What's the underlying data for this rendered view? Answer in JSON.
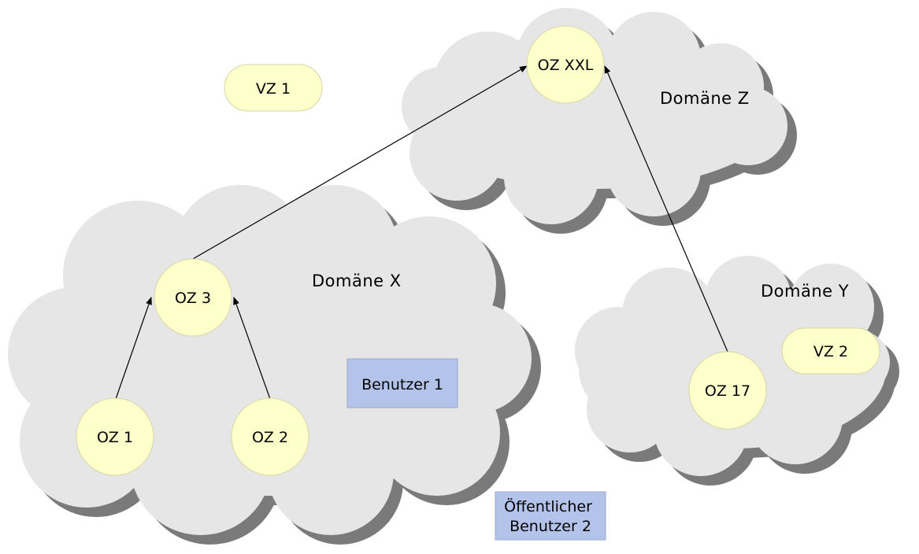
{
  "colors": {
    "cloud_fill": "#e6e6e6",
    "cloud_shadow": "#7a7a7a",
    "node_fill": "#ffffcc",
    "node_stroke": "#d0d0a0",
    "user_fill": "#b4c3ea",
    "user_stroke": "#9aa8cc",
    "arrow": "#000000"
  },
  "domains": {
    "x": "Domäne X",
    "y": "Domäne Y",
    "z": "Domäne Z"
  },
  "nodes": {
    "oz1": "OZ 1",
    "oz2": "OZ 2",
    "oz3": "OZ 3",
    "oz17": "OZ 17",
    "ozxxl": "OZ XXL",
    "vz1": "VZ 1",
    "vz2": "VZ 2"
  },
  "users": {
    "user1": "Benutzer 1",
    "user2_line1": "Öffentlicher",
    "user2_line2": "Benutzer 2"
  }
}
